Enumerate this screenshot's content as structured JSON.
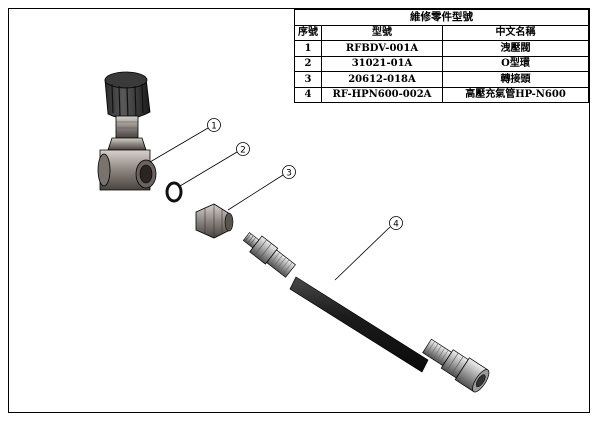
{
  "table": {
    "title": "維修零件型號",
    "headers": [
      "序號",
      "型號",
      "中文名稱"
    ],
    "rows": [
      {
        "no": "1",
        "model": "RFBDV-001A",
        "name": "洩壓閥"
      },
      {
        "no": "2",
        "model": "31021-01A",
        "name": "O型環"
      },
      {
        "no": "3",
        "model": "20612-018A",
        "name": "轉接頭"
      },
      {
        "no": "4",
        "model": "RF-HPN600-002A",
        "name": "高壓充氣管HP-N600"
      }
    ]
  },
  "callouts": [
    "1",
    "2",
    "3",
    "4"
  ]
}
